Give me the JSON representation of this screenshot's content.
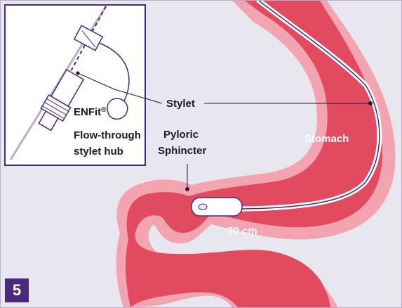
{
  "step_number": "5",
  "labels": {
    "stylet": "Stylet",
    "hub_line1": "ENFit",
    "hub_reg": "®",
    "hub_line2": "Flow-through",
    "hub_line3": "stylet hub",
    "pyloric_line1": "Pyloric",
    "pyloric_line2": "Sphincter",
    "stomach": "Stomach",
    "length": "70 cm"
  },
  "colors": {
    "background": "#e8e6ee",
    "stomach_fill": "#e24a5f",
    "stomach_wall": "#f2a5b0",
    "inset_border": "#4b2a7b",
    "tube_line": "#4b2a7b",
    "step_badge": "#4b2a7b"
  }
}
